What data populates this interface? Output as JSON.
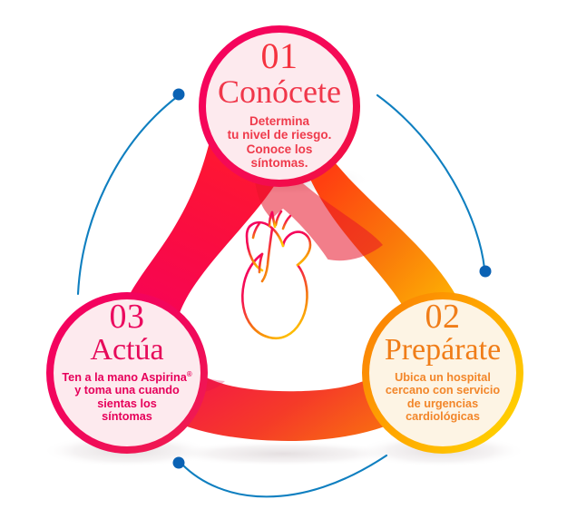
{
  "infographic": {
    "title_visible": false,
    "center_icon": "anatomical-heart-icon",
    "palette": {
      "magenta": "#f5005f",
      "crimson": "#ff1030",
      "red": "#f32020",
      "orange": "#f5820a",
      "amber": "#ffa000",
      "yellow": "#ffc800",
      "pink_fill": "#fdeaee",
      "cream_fill": "#fdf4e4",
      "arc_blue": "#0f7fc0",
      "dot_blue": "#0a62b4",
      "white": "#ffffff"
    }
  },
  "nodes": [
    {
      "id": "01",
      "number": "01",
      "title": "Conócete",
      "description_lines": [
        "Determina",
        "tu nivel de riesgo.",
        "Conoce los",
        "síntomas."
      ],
      "ring_color": "#f5005f",
      "fill_color": "#fdeaee",
      "text_color": "#f0374a"
    },
    {
      "id": "02",
      "number": "02",
      "title": "Prepárate",
      "description_lines": [
        "Ubica un hospital",
        "cercano con servicio",
        "de urgencias",
        "cardiológicas"
      ],
      "ring_color": "#f5820a",
      "fill_color": "#fdf4e4",
      "text_color": "#f07d18"
    },
    {
      "id": "03",
      "number": "03",
      "title": "Actúa",
      "description_lines": [
        "Ten a la mano Aspirina®",
        "y toma una cuando",
        "sientas los",
        "síntomas"
      ],
      "trademark_symbol": "®",
      "ring_color": "#eb0a5f",
      "fill_color": "#fdeaee",
      "text_color": "#e6005a"
    }
  ],
  "connectors": [
    {
      "name": "arc-left",
      "color": "#0f7fc0",
      "dot_end": "top"
    },
    {
      "name": "arc-right",
      "color": "#0f7fc0",
      "dot_end": "bottom"
    },
    {
      "name": "arc-bottom",
      "color": "#0f7fc0",
      "dot_end": "left"
    }
  ]
}
